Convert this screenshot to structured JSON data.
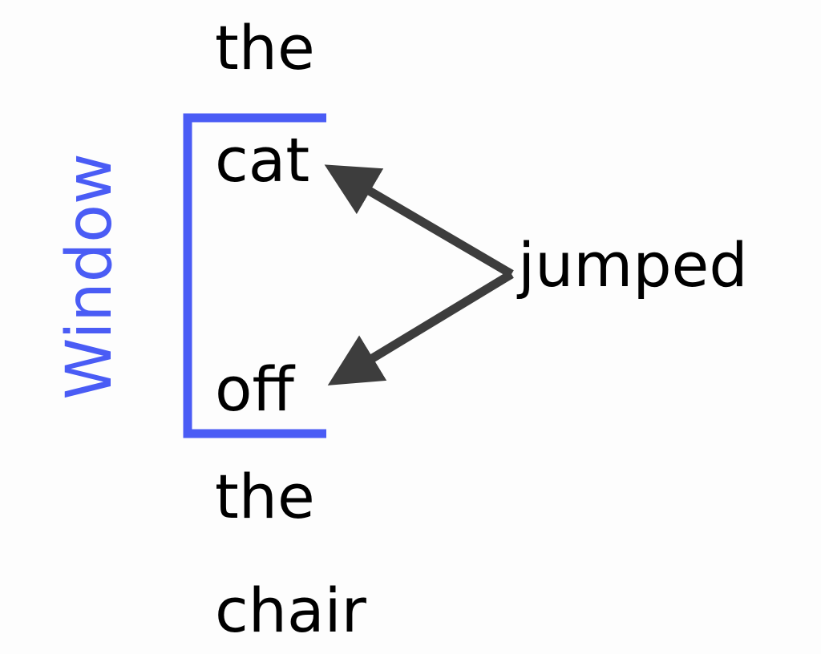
{
  "diagram": {
    "words": [
      "the",
      "cat",
      "off",
      "the",
      "chair"
    ],
    "target_word": "jumped",
    "window_label": "Window"
  },
  "colors": {
    "window": "#4a5cf5",
    "arrow": "#3d3d3d",
    "text": "#000000",
    "background": "#fdfdfd"
  }
}
